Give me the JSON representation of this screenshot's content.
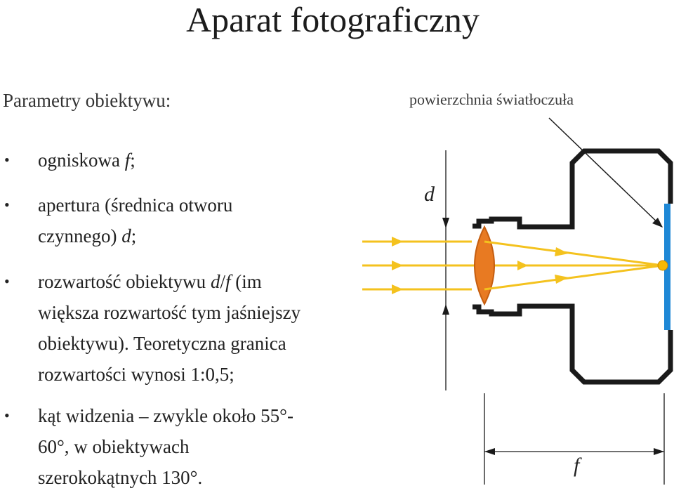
{
  "title": "Aparat fotograficzny",
  "params_heading": "Parametry obiektywu:",
  "bullets": [
    {
      "lines": [
        [
          {
            "t": "ogniskowa ",
            "i": false
          },
          {
            "t": "f",
            "i": true
          },
          {
            "t": ";",
            "i": false
          }
        ]
      ]
    },
    {
      "lines": [
        [
          {
            "t": "apertura (średnica otworu",
            "i": false
          }
        ],
        [
          {
            "t": "czynnego) ",
            "i": false
          },
          {
            "t": "d",
            "i": true
          },
          {
            "t": ";",
            "i": false
          }
        ]
      ]
    },
    {
      "lines": [
        [
          {
            "t": "rozwartość obiektywu ",
            "i": false
          },
          {
            "t": "d",
            "i": true
          },
          {
            "t": "/",
            "i": false
          },
          {
            "t": "f",
            "i": true
          },
          {
            "t": " (im",
            "i": false
          }
        ],
        [
          {
            "t": "większa rozwartość tym jaśniejszy",
            "i": false
          }
        ],
        [
          {
            "t": "obiektywu). Teoretyczna granica",
            "i": false
          }
        ],
        [
          {
            "t": "rozwartości wynosi 1:0,5;",
            "i": false
          }
        ]
      ]
    },
    {
      "lines": [
        [
          {
            "t": "kąt widzenia – zwykle około 55°-",
            "i": false
          }
        ],
        [
          {
            "t": "60°, w obiektywach",
            "i": false
          }
        ],
        [
          {
            "t": "szerokokątnych 130°.",
            "i": false
          }
        ]
      ]
    }
  ],
  "diagram": {
    "sensor_label": "powierzchnia światłoczuła",
    "aperture_label": "d",
    "focal_label": "f",
    "colors": {
      "ray": "#f4c21e",
      "lens": "#e87a22",
      "sensor": "#1e88d6",
      "body": "#222222",
      "focus": "#f6b800"
    }
  }
}
